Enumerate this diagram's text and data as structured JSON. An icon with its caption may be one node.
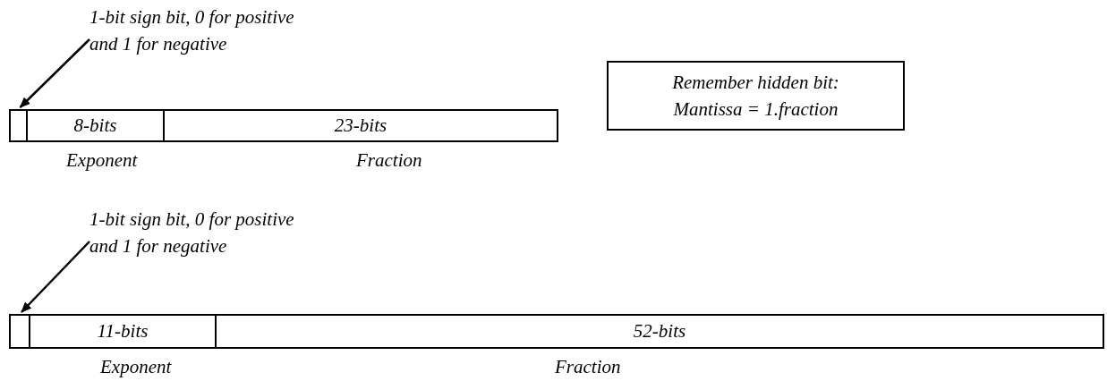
{
  "diagram": {
    "nodes": [
      {
        "text": [
          "1-bit sign bit, 0 for positive and 1 for negative"
        ]
      },
      {
        "text": [],
        "shape": "box"
      },
      {
        "text": [
          "8-bits"
        ],
        "beside": [
          "Exponent"
        ]
      },
      {
        "text": [
          "23-bits"
        ],
        "beside": [
          "Fraction"
        ]
      },
      {
        "text": [
          "Remember hidden bit: Mantissa = 1.fraction"
        ]
      },
      {
        "text": [
          "1-bit sign bit, 0 for positive and 1 for negative"
        ]
      },
      {
        "text": [],
        "shape": "box"
      },
      {
        "text": [
          "11-bits"
        ],
        "beside": [
          "Exponent"
        ]
      },
      {
        "text": [
          "52-bits"
        ],
        "beside": [
          "Fraction"
        ]
      }
    ],
    "edges": [
      {
        "from": 0,
        "to": 1,
        "arrow": "to"
      },
      {
        "from": 5,
        "to": 6,
        "arrow": "to"
      }
    ]
  }
}
